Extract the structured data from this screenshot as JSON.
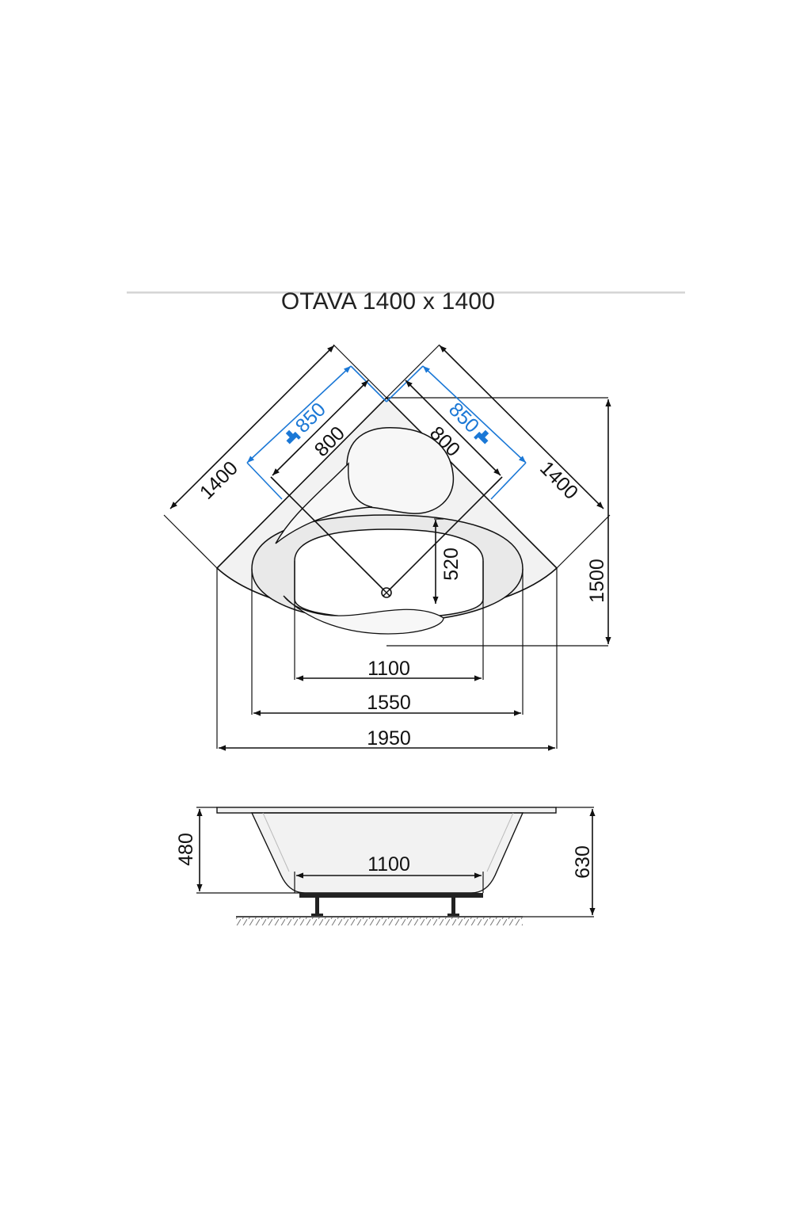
{
  "title": "OTAVA 1400 x 1400",
  "colors": {
    "lines": "#111111",
    "tap_dimensions": "#1b78d6",
    "tub_fill": "#f2f2f2"
  },
  "plan_view": {
    "side_left": "1400",
    "side_right": "1400",
    "tap_left": "850",
    "tap_right": "850",
    "inner_left": "800",
    "inner_right": "800",
    "depth_basin": "520",
    "height_total": "1500",
    "width_basin": "1100",
    "width_rim": "1550",
    "width_total": "1950",
    "icons": [
      "tap-icon",
      "drain-icon"
    ]
  },
  "side_view": {
    "height_rim": "480",
    "height_total": "630",
    "width_bottom": "1100"
  }
}
